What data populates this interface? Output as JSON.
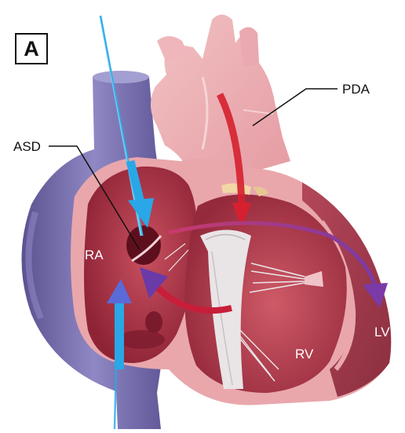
{
  "panel": {
    "letter": "A"
  },
  "labels": {
    "asd": "ASD",
    "pda": "PDA",
    "ra": "RA",
    "rv": "RV",
    "lv": "LV"
  },
  "colors": {
    "deoxygenated_flow": "#2aa7e6",
    "oxygenated_flow": "#d6202f",
    "mixed_flow": "#7d3aa6",
    "vena_cava": "#6f66a8",
    "heart_tissue": "#e8a3a8",
    "chamber_interior": "#b63a4d"
  }
}
